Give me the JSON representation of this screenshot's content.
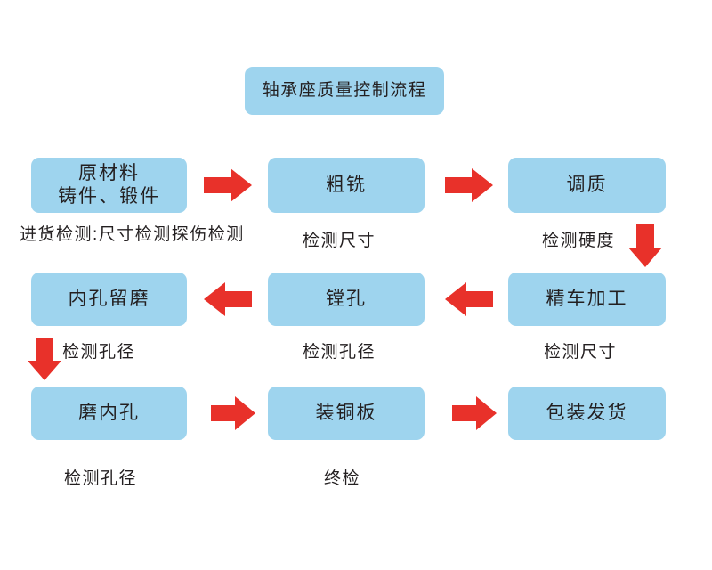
{
  "diagram": {
    "title_box": {
      "label": "轴承座质量控制流程"
    },
    "colors": {
      "box_fill": "#9ed4ee",
      "arrow_red": "#e8312a",
      "text": "#231f20",
      "background": "#ffffff"
    },
    "rows": [
      {
        "row_id": "row-1",
        "direction": "left-to-right",
        "nodes": [
          {
            "id": "raw-material",
            "line1": "原材料",
            "line2": "铸件、锻件"
          },
          {
            "id": "rough-milling",
            "line1": "粗铣",
            "line2": ""
          },
          {
            "id": "quenching-tempering",
            "line1": "调质",
            "line2": ""
          }
        ],
        "captions": [
          {
            "id": "incoming-inspection",
            "prefix": "进货检测:",
            "line1": "尺寸检测",
            "line2": "探伤检测"
          },
          {
            "id": "check-dimension-1",
            "prefix": "",
            "line1": "检测尺寸",
            "line2": ""
          },
          {
            "id": "check-hardness",
            "prefix": "",
            "line1": "检测硬度",
            "line2": ""
          }
        ]
      },
      {
        "row_id": "row-2",
        "direction": "right-to-left",
        "nodes": [
          {
            "id": "inner-hole-grind-allowance",
            "line1": "内孔留磨",
            "line2": ""
          },
          {
            "id": "boring",
            "line1": "镗孔",
            "line2": ""
          },
          {
            "id": "finish-turning",
            "line1": "精车加工",
            "line2": ""
          }
        ],
        "captions": [
          {
            "id": "check-bore-1",
            "prefix": "",
            "line1": "检测孔径",
            "line2": ""
          },
          {
            "id": "check-bore-2",
            "prefix": "",
            "line1": "检测孔径",
            "line2": ""
          },
          {
            "id": "check-dimension-2",
            "prefix": "",
            "line1": "检测尺寸",
            "line2": ""
          }
        ]
      },
      {
        "row_id": "row-3",
        "direction": "left-to-right",
        "nodes": [
          {
            "id": "grind-inner-hole",
            "line1": "磨内孔",
            "line2": ""
          },
          {
            "id": "mount-copper-plate",
            "line1": "装铜板",
            "line2": ""
          },
          {
            "id": "package-shipment",
            "line1": "包装发货",
            "line2": ""
          }
        ],
        "captions": [
          {
            "id": "check-bore-3",
            "prefix": "",
            "line1": "检测孔径",
            "line2": ""
          },
          {
            "id": "final-inspection",
            "prefix": "",
            "line1": "终检",
            "line2": ""
          }
        ]
      }
    ],
    "arrows": [
      {
        "id": "arrow-r1-a",
        "direction": "right"
      },
      {
        "id": "arrow-r1-b",
        "direction": "right"
      },
      {
        "id": "arrow-down-right",
        "direction": "down"
      },
      {
        "id": "arrow-r2-a",
        "direction": "left"
      },
      {
        "id": "arrow-r2-b",
        "direction": "left"
      },
      {
        "id": "arrow-down-left",
        "direction": "down"
      },
      {
        "id": "arrow-r3-a",
        "direction": "right"
      },
      {
        "id": "arrow-r3-b",
        "direction": "right"
      }
    ]
  }
}
